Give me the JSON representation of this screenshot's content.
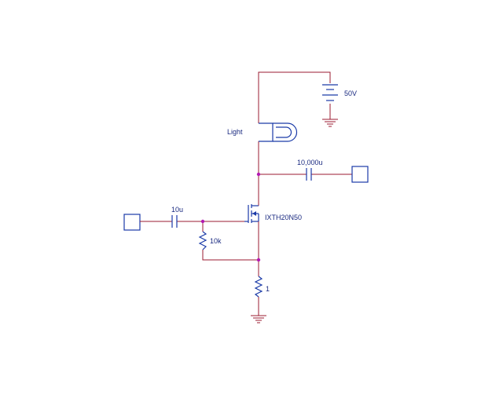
{
  "schematic": {
    "labels": {
      "battery_voltage": "50V",
      "lamp": "Light",
      "output_capacitor": "10,000u",
      "input_capacitor": "10u",
      "mosfet": "IXTH20N50",
      "gate_resistor": "10k",
      "source_resistor": "1"
    },
    "colors": {
      "wire": "#9b1b30",
      "component": "#1a3aa8",
      "node": "#b31ab3",
      "label": "#1a2a80"
    }
  }
}
